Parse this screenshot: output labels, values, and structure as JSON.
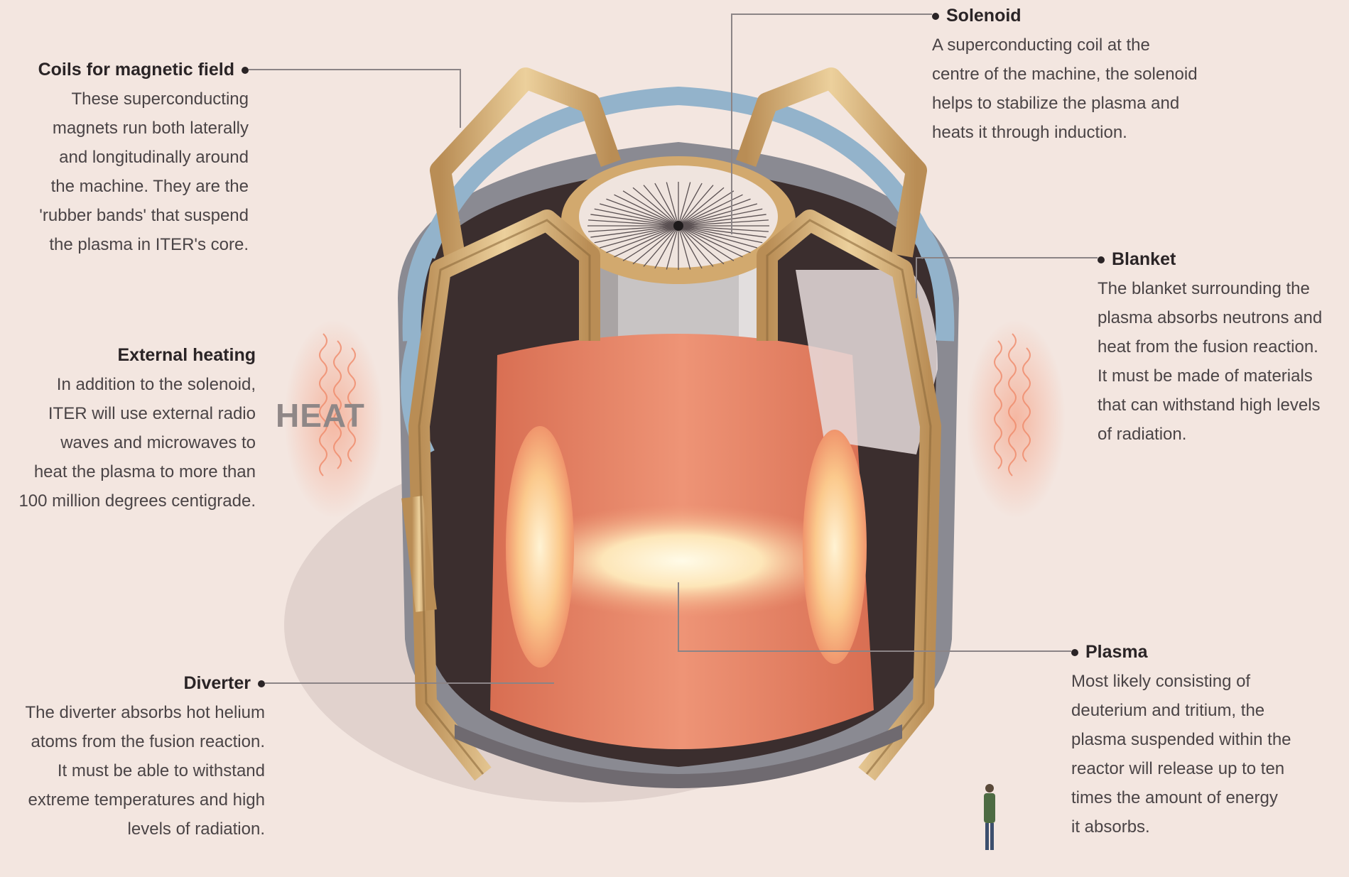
{
  "labels": {
    "solenoid": {
      "title": "Solenoid",
      "text": "A superconducting coil at the\ncentre of the machine, the solenoid\nhelps to stabilize the plasma and\nheats it through induction."
    },
    "coils": {
      "title": "Coils for magnetic field",
      "text": "These superconducting\nmagnets run both laterally\nand longitudinally around\nthe machine. They are the\n'rubber bands' that suspend\nthe plasma in ITER's core."
    },
    "blanket": {
      "title": "Blanket",
      "text": "The blanket surrounding the\nplasma absorbs neutrons and\nheat from the fusion reaction.\nIt must be made of materials\nthat can withstand high levels\nof radiation."
    },
    "heating": {
      "title": "External heating",
      "text": "In addition to the solenoid,\nITER will use external radio\nwaves  and microwaves to\nheat the plasma to more than\n100 million degrees centigrade."
    },
    "diverter": {
      "title": "Diverter",
      "text": "The diverter absorbs hot helium\natoms from the fusion reaction.\nIt must be able to withstand\nextreme temperatures and high\nlevels of radiation."
    },
    "plasma": {
      "title": "Plasma",
      "text": "Most likely consisting of\ndeuterium and tritium, the\nplasma suspended within the\nreactor will release up to ten\ntimes the amount of energy\nit absorbs."
    }
  },
  "heat_word": "HEAT",
  "colors": {
    "background": "#f3e6e0",
    "coil": "#d9b27c",
    "blanket": "#8fb0c8",
    "plasma": "#e88868",
    "wall": "#3a2c2c"
  }
}
